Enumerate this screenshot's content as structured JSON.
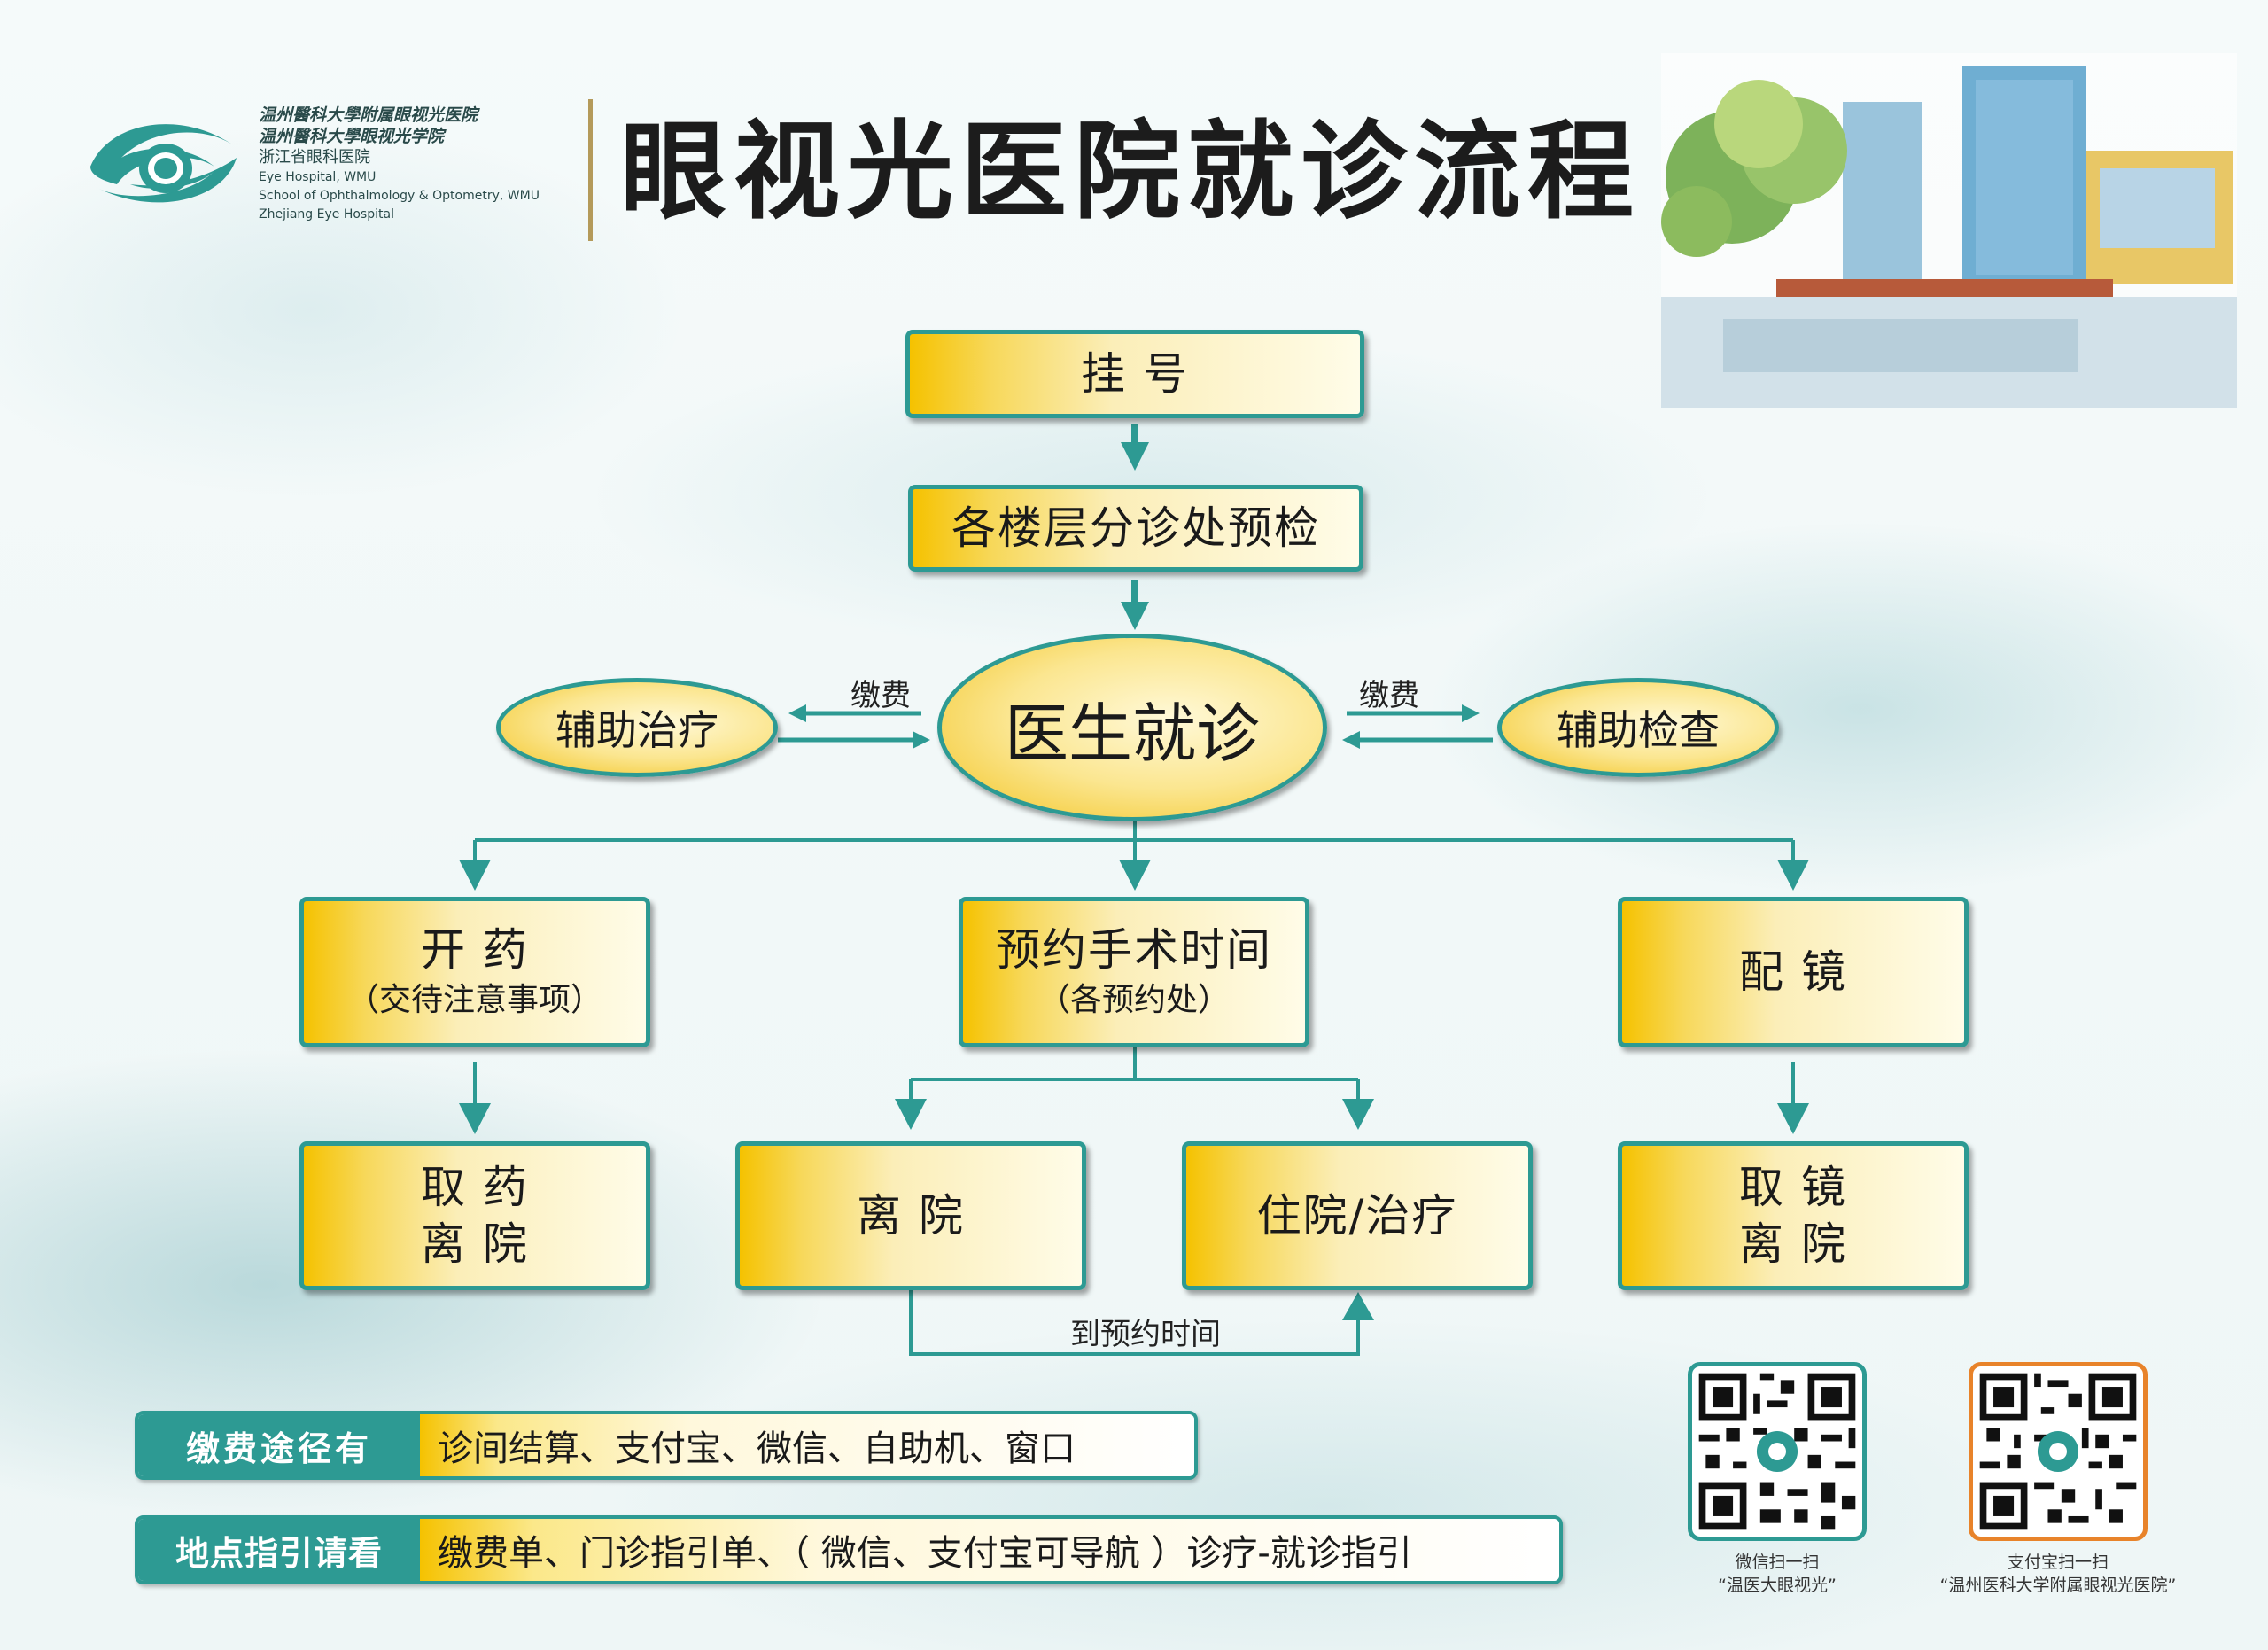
{
  "header": {
    "logo_lines": [
      "温州醫科大學附属眼视光医院",
      "温州醫科大學眼视光学院",
      "浙江省眼科医院",
      "Eye Hospital, WMU",
      "School of Ophthalmology & Optometry, WMU",
      "Zhejiang Eye Hospital"
    ],
    "title": "眼视光医院就诊流程"
  },
  "flow": {
    "register": "挂 号",
    "pre_check": "各楼层分诊处预检",
    "doctor": "医生就诊",
    "aux_treatment": "辅助治疗",
    "aux_exam": "辅助检查",
    "pay_left": "缴费",
    "pay_right": "缴费",
    "prescribe_title": "开 药",
    "prescribe_sub": "（交待注意事项）",
    "surgery_title": "预约手术时间",
    "surgery_sub": "（各预约处）",
    "glasses": "配 镜",
    "take_medicine_1": "取 药",
    "take_medicine_2": "离 院",
    "leave": "离 院",
    "hospitalize": "住院/治疗",
    "take_glasses_1": "取 镜",
    "take_glasses_2": "离 院",
    "appointment_time": "到预约时间"
  },
  "info": {
    "payment_label": "缴费途径有",
    "payment_value": "诊间结算、支付宝、微信、自助机、窗口",
    "location_label": "地点指引请看",
    "location_value": "缴费单、门诊指引单、（ 微信、支付宝可导航 ）诊疗-就诊指引"
  },
  "qr": {
    "wechat_caption_1": "微信扫一扫",
    "wechat_caption_2": "“温医大眼视光”",
    "alipay_caption_1": "支付宝扫一扫",
    "alipay_caption_2": "“温州医科大学附属眼视光医院”",
    "wechat_border": "#2d9a93",
    "alipay_border": "#e8832a"
  },
  "colors": {
    "teal": "#2d9a93",
    "gold": "#f5c200"
  }
}
